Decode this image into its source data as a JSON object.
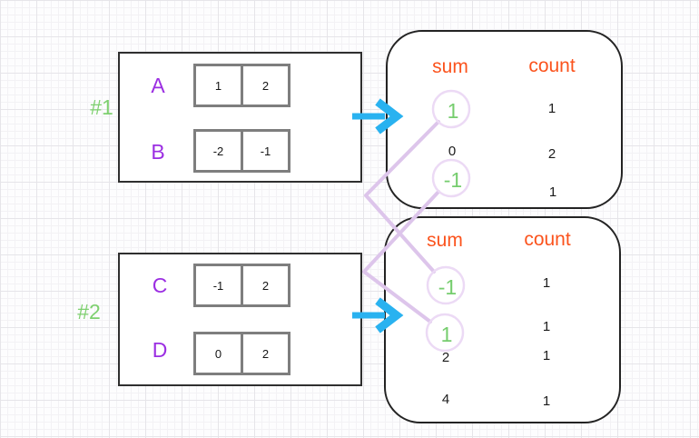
{
  "diagram": {
    "group1": {
      "tag": "#1",
      "rows": [
        {
          "label": "A",
          "cells": [
            "1",
            "2"
          ]
        },
        {
          "label": "B",
          "cells": [
            "-2",
            "-1"
          ]
        }
      ]
    },
    "group2": {
      "tag": "#2",
      "rows": [
        {
          "label": "C",
          "cells": [
            "-1",
            "2"
          ]
        },
        {
          "label": "D",
          "cells": [
            "0",
            "2"
          ]
        }
      ]
    },
    "table1": {
      "sum_header": "sum",
      "count_header": "count",
      "rows": [
        {
          "sum": "1",
          "count": "1",
          "circled": true
        },
        {
          "sum": "0",
          "count": "2",
          "circled": false
        },
        {
          "sum": "-1",
          "count": "1",
          "circled": true
        }
      ]
    },
    "table2": {
      "sum_header": "sum",
      "count_header": "count",
      "rows": [
        {
          "sum": "-1",
          "count": "1",
          "circled": true
        },
        {
          "sum": "1",
          "count": "1",
          "circled": true
        },
        {
          "sum": "2",
          "count": "1",
          "circled": false
        },
        {
          "sum": "4",
          "count": "1",
          "circled": false
        }
      ]
    },
    "connections": [
      {
        "from": "table1 sum 1",
        "to": "table2 sum -1"
      },
      {
        "from": "table1 sum -1",
        "to": "table2 sum 1"
      }
    ],
    "arrows": [
      {
        "from": "group1",
        "to": "table1"
      },
      {
        "from": "group2",
        "to": "table2"
      }
    ],
    "colors": {
      "tag_green": "#7ed06f",
      "value_green": "#76cd6e",
      "label_purple": "#9b2ee2",
      "header_orange": "#fb531d",
      "arrow_cyan": "#29b2f0",
      "connector_lavender": "#ddc5eb",
      "circle_lavender": "#ecdaf5",
      "box_border": "#2f2f2f",
      "cell_border": "#7e7e7e"
    }
  }
}
